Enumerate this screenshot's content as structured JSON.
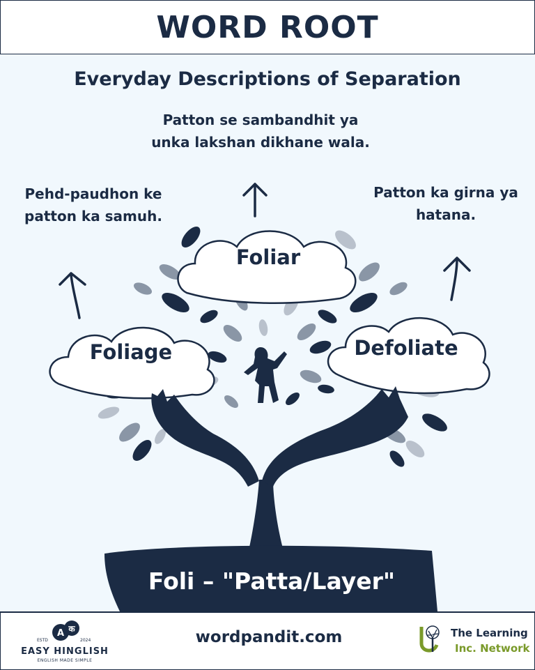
{
  "header": {
    "title": "WORD ROOT"
  },
  "subtitle": "Everyday Descriptions of Separation",
  "words": [
    {
      "word": "Foliage",
      "meaning": "Pehd-paudhon ke patton ka samuh."
    },
    {
      "word": "Foliar",
      "meaning": "Patton se sambandhit ya unka lakshan dikhane wala."
    },
    {
      "word": "Defoliate",
      "meaning": "Patton ka girna ya hatana."
    }
  ],
  "root": {
    "label": "Foli – \"Patta/Layer\""
  },
  "footer": {
    "website": "wordpandit.com",
    "left_logo": {
      "brand": "EASY HINGLISH",
      "tagline": "ENGLISH MADE SIMPLE",
      "estd": "ESTD",
      "year": "2024",
      "glyph_a": "A",
      "glyph_b": "क"
    },
    "right_logo": {
      "line1": "The Learning",
      "line2": "Inc. Network"
    }
  },
  "colors": {
    "navy": "#1b2b44",
    "panel_bg": "#f1f8fd",
    "leaf_gray": "#8a96a6",
    "leaf_light": "#b9c1cc",
    "brand_green": "#7a9a2a"
  }
}
